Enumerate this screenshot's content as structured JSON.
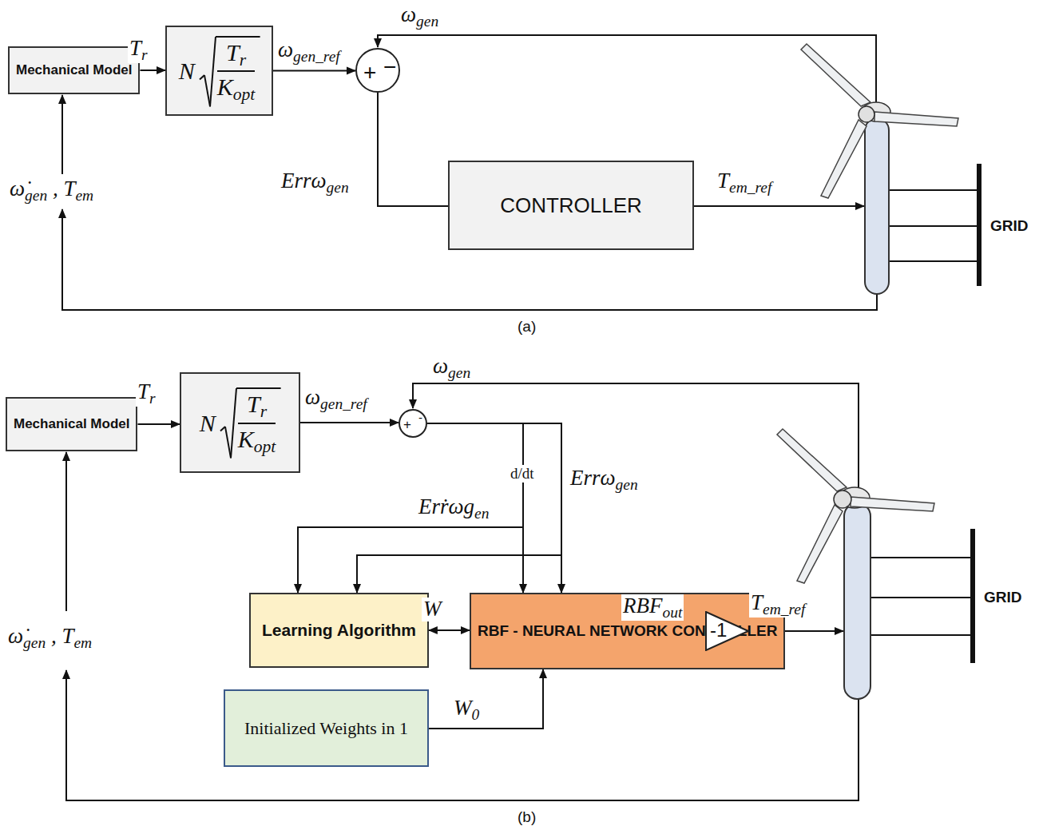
{
  "diagram": {
    "nodes": [
      {
        "text": [
          "Mechanical Model"
        ]
      },
      {
        "text": [
          "N",
          "Tr",
          "Kopt"
        ]
      },
      {
        "text": [
          "+",
          "−"
        ]
      },
      {
        "text": [
          "CONTROLLER"
        ]
      },
      {
        "text": [
          "Mechanical Model"
        ]
      },
      {
        "text": [
          "N",
          "Tr",
          "Kopt"
        ]
      },
      {
        "text": [
          "+",
          "-"
        ]
      },
      {
        "text": [
          "Learning Algorithm"
        ]
      },
      {
        "text": [
          "RBF - NEURAL NETWORK CONTROLLER"
        ]
      },
      {
        "text": [
          "Initialized Weights in 1"
        ]
      },
      {
        "text": [
          "-1"
        ]
      }
    ],
    "edges": [
      {
        "from": 0,
        "to": 1,
        "label": "Tr",
        "arrow": "to"
      },
      {
        "from": 1,
        "to": 2,
        "label": "ωgen_ref",
        "arrow": "to"
      },
      {
        "from": 2,
        "to": 3,
        "label": "Errωgen",
        "arrow": "none"
      },
      {
        "from": 4,
        "to": 5,
        "label": "Tr",
        "arrow": "to"
      },
      {
        "from": 5,
        "to": 6,
        "label": "ωgen_ref",
        "arrow": "to"
      },
      {
        "from": 6,
        "to": 8,
        "label": "Errωgen",
        "arrow": "to"
      },
      {
        "from": 6,
        "to": 8,
        "arrow": "to"
      },
      {
        "from": 6,
        "to": 7,
        "arrow": "to"
      },
      {
        "from": 6,
        "to": 7,
        "label": "Erṙωgen",
        "arrow": "to"
      },
      {
        "from": 7,
        "to": 8,
        "label": "W",
        "arrow": "both"
      },
      {
        "from": 9,
        "to": 8,
        "label": "W0",
        "arrow": "to"
      },
      {
        "from": 8,
        "to": 10,
        "label": "RBFout",
        "arrow": "to"
      }
    ],
    "labels": [
      "ωgen",
      "Tem_ref",
      "ω̇gen , Tem",
      "GRID",
      "(a)",
      "ωgen",
      "d/dt",
      "Tem_ref",
      "ω̇gen , Tem",
      "GRID",
      "(b)"
    ]
  }
}
